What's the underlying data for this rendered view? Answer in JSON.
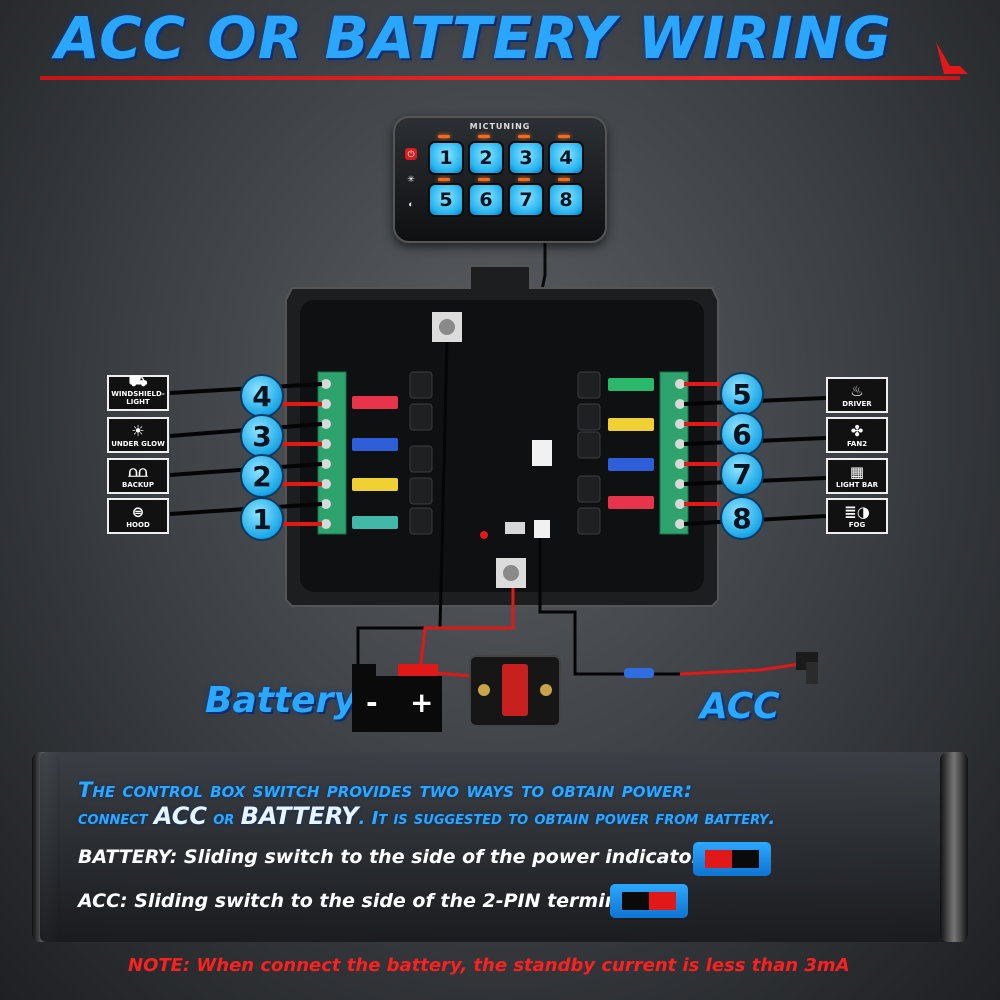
{
  "title": "ACC OR BATTERY WIRING",
  "keypad": {
    "brand": "MICTUNING",
    "buttons": [
      "1",
      "2",
      "3",
      "4",
      "5",
      "6",
      "7",
      "8"
    ]
  },
  "left_channels": [
    {
      "number": "4",
      "label": "WINDSHIELD-LIGHT",
      "icon": "windshield-light-icon"
    },
    {
      "number": "3",
      "label": "UNDER GLOW",
      "icon": "under-glow-icon"
    },
    {
      "number": "2",
      "label": "BACKUP",
      "icon": "backup-light-icon"
    },
    {
      "number": "1",
      "label": "HOOD",
      "icon": "hood-light-icon"
    }
  ],
  "right_channels": [
    {
      "number": "5",
      "label": "DRIVER",
      "icon": "seat-heater-icon"
    },
    {
      "number": "6",
      "label": "FAN2",
      "icon": "fan-icon"
    },
    {
      "number": "7",
      "label": "LIGHT BAR",
      "icon": "light-bar-icon"
    },
    {
      "number": "8",
      "label": "FOG",
      "icon": "fog-light-icon"
    }
  ],
  "battery": {
    "label": "Battery",
    "minus": "-",
    "plus": "+"
  },
  "acc": {
    "label": "ACC"
  },
  "info": {
    "line1": "The control box switch provides two ways to obtain power:",
    "line2_a": "connect ",
    "line2_acc": "ACC",
    "line2_b": " or ",
    "line2_battery": "BATTERY",
    "line2_c": ". It is suggested to obtain power from battery.",
    "battery_mode": "BATTERY: Sliding switch to the side of the power indicator",
    "acc_mode": "ACC: Sliding switch to the side of the 2-PIN terminal"
  },
  "note": "NOTE: When connect the battery, the standby current is less than 3mA",
  "colors": {
    "accent_blue": "#2aa6ff",
    "wire_red": "#e01818",
    "wire_black": "#050505",
    "note_red": "#ff2020"
  }
}
